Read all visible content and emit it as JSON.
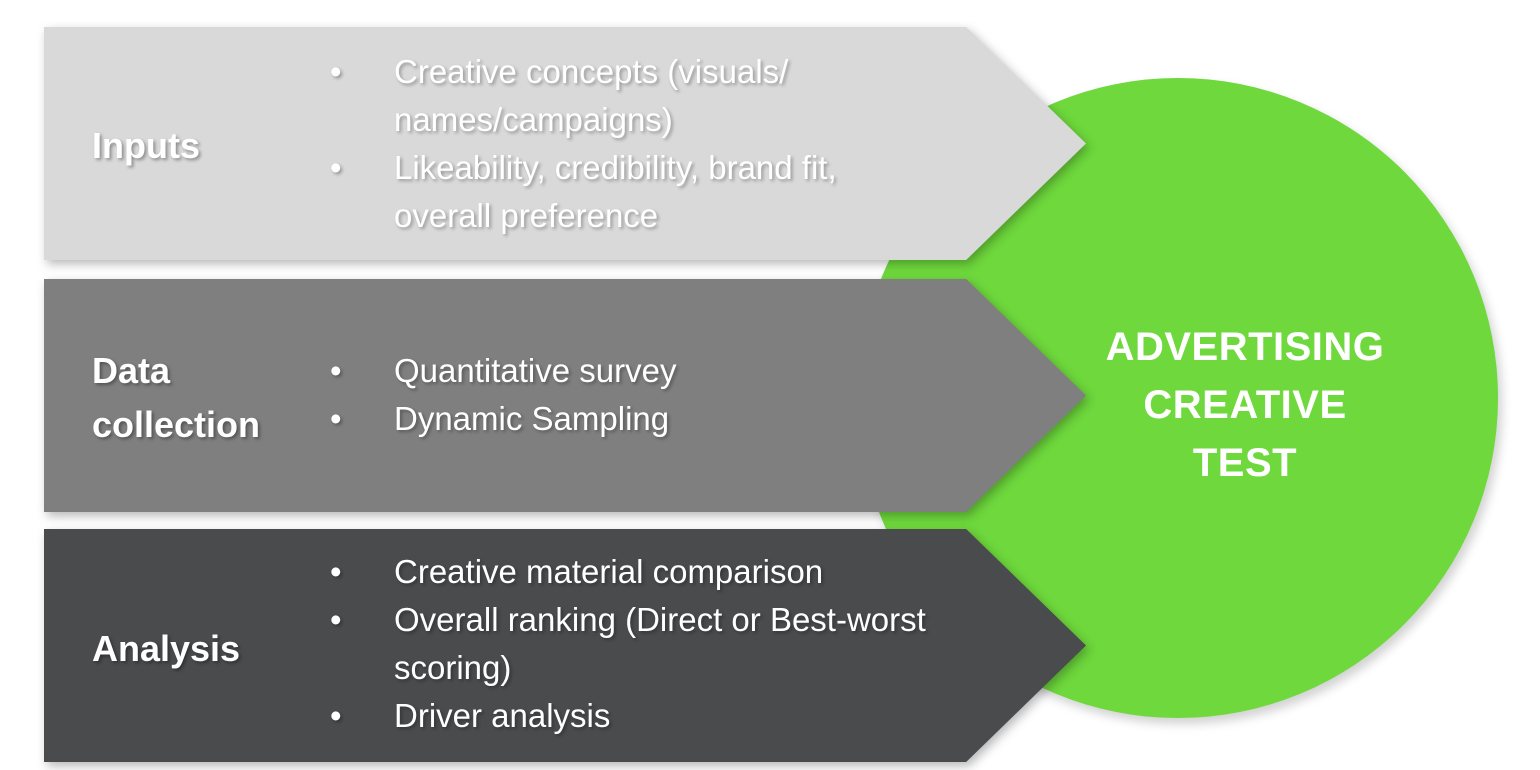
{
  "colors": {
    "inputs_band": "#d9d9d9",
    "collection_band": "#7f7f7f",
    "analysis_band": "#4a4b4d",
    "circle": "#6ed83c",
    "light_text": "#ffffff",
    "bullet_text_inputs": "#ffffff"
  },
  "center": {
    "lines": [
      "ADVERTISING",
      "CREATIVE",
      "TEST"
    ]
  },
  "sections": [
    {
      "label_lines": [
        "Inputs"
      ],
      "bullets": [
        [
          "Creative concepts (visuals/",
          "names/campaigns)"
        ],
        [
          "Likeability, credibility, brand fit,",
          "overall preference"
        ]
      ]
    },
    {
      "label_lines": [
        "Data",
        "collection"
      ],
      "bullets": [
        [
          "Quantitative survey"
        ],
        [
          "Dynamic Sampling"
        ]
      ]
    },
    {
      "label_lines": [
        "Analysis"
      ],
      "bullets": [
        [
          "Creative material comparison"
        ],
        [
          "Overall ranking (Direct or Best-worst",
          "scoring)"
        ],
        [
          "Driver analysis"
        ]
      ]
    }
  ]
}
